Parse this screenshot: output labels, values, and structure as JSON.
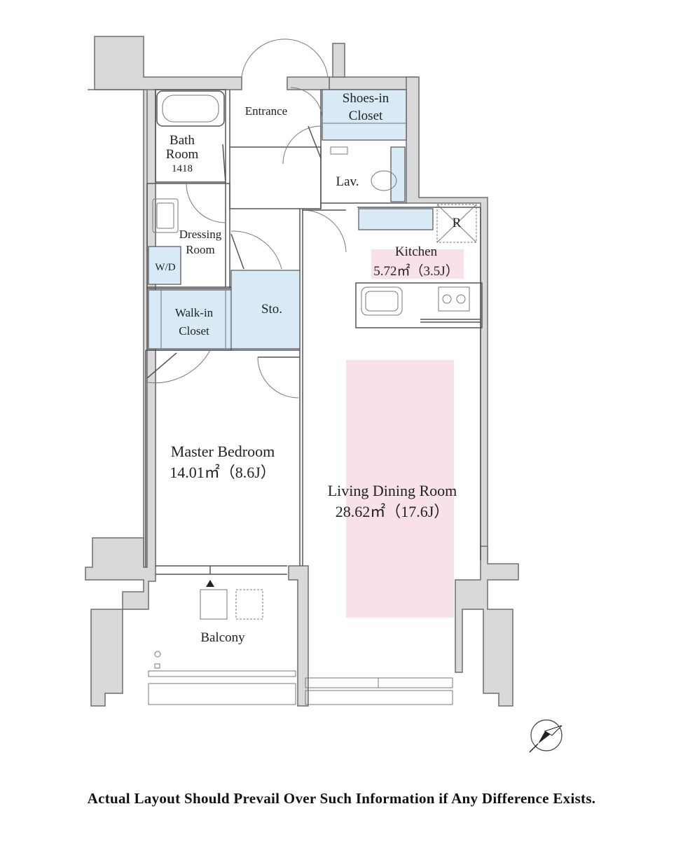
{
  "rooms": {
    "entrance": "Entrance",
    "shoes_closet": [
      "Shoes-in",
      "Closet"
    ],
    "bath": [
      "Bath",
      "Room",
      "1418"
    ],
    "lav": "Lav.",
    "dressing": [
      "Dressing",
      "Room"
    ],
    "wd": "W/D",
    "walkin": [
      "Walk-in",
      "Closet"
    ],
    "storage": "Sto.",
    "fridge": "R",
    "kitchen": {
      "name": "Kitchen",
      "area": "5.72㎡（3.5J）"
    },
    "master": {
      "name": "Master Bedroom",
      "area": "14.01㎡（8.6J）"
    },
    "living": {
      "name": "Living Dining Room",
      "area": "28.62㎡（17.6J）"
    },
    "balcony": "Balcony"
  },
  "disclaimer": "Actual Layout Should Prevail Over Such Information if Any Difference Exists.",
  "colors": {
    "wall": "#d9d9d9",
    "storage_blue": "#d8eaf5",
    "room_pink": "#f9e1ea"
  },
  "icons": [
    "north-compass-icon",
    "bathtub-icon",
    "stove-icon",
    "sink-icon",
    "toilet-icon"
  ]
}
